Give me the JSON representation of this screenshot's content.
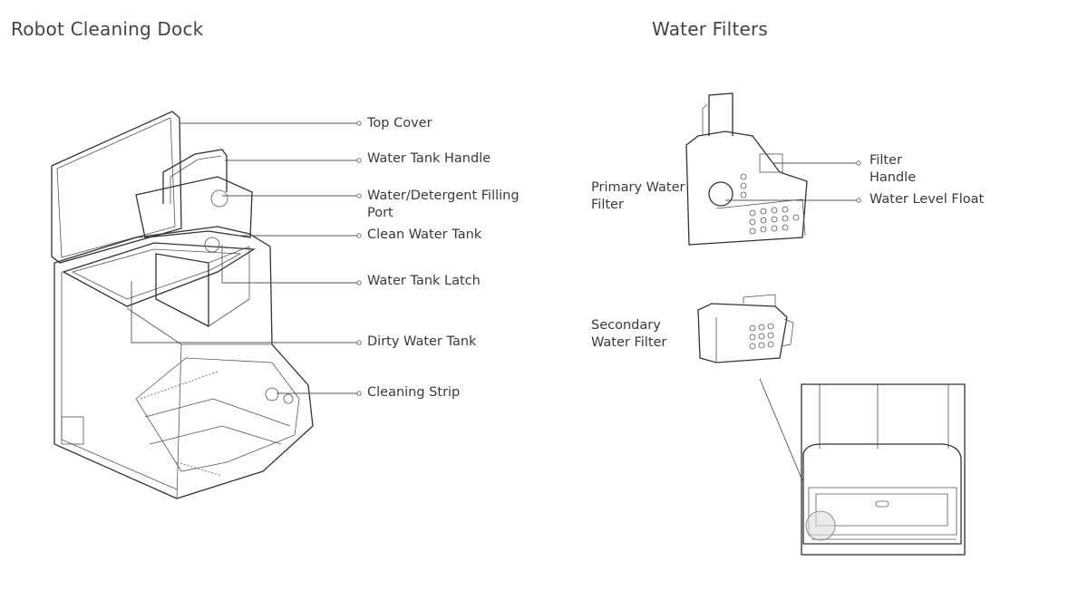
{
  "dock": {
    "title": "Robot Cleaning Dock",
    "labels": [
      {
        "text": "Top Cover"
      },
      {
        "text": "Water Tank Handle"
      },
      {
        "text": "Water/Detergent Filling Port"
      },
      {
        "text": "Clean Water Tank"
      },
      {
        "text": "Water Tank Latch"
      },
      {
        "text": "Dirty Water Tank"
      },
      {
        "text": "Cleaning Strip"
      }
    ]
  },
  "filters": {
    "title": "Water Filters",
    "labels": [
      {
        "text": "Filter Handle"
      },
      {
        "text": "Water Level Float"
      },
      {
        "text": "Primary Water Filter"
      },
      {
        "text": "Secondary Water Filter"
      }
    ]
  }
}
